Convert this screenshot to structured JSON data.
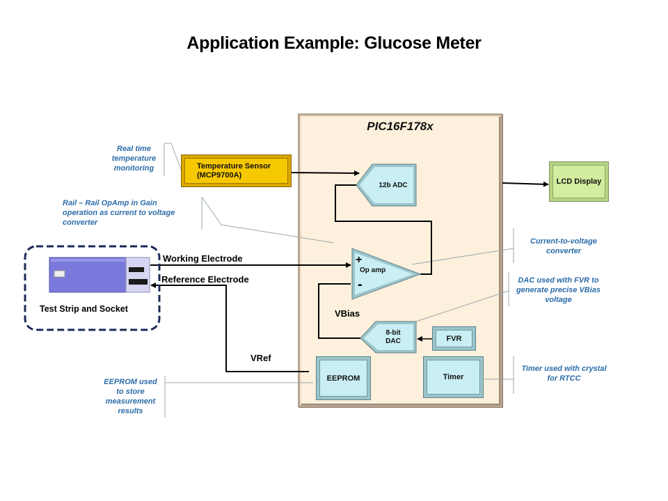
{
  "title": "Application Example: Glucose Meter",
  "chip": {
    "name": "PIC16F178x"
  },
  "blocks": {
    "adc": "12b ADC",
    "opamp": "Op amp",
    "opamp_plus": "+",
    "opamp_minus": "-",
    "dac_line1": "8-bit",
    "dac_line2": "DAC",
    "fvr": "FVR",
    "eeprom": "EEPROM",
    "timer": "Timer",
    "temp_sensor_line1": "Temperature Sensor",
    "temp_sensor_line2": "(MCP9700A)",
    "lcd": "LCD Display",
    "test_strip": "Test Strip and Socket"
  },
  "signals": {
    "working_electrode": "Working Electrode",
    "reference_electrode": "Reference Electrode",
    "vbias": "VBias",
    "vref": "VRef"
  },
  "notes": {
    "temp": [
      "Real time",
      "temperature",
      "monitoring"
    ],
    "opamp": [
      "Rail – Rail OpAmp in Gain",
      "operation as current to voltage",
      "converter"
    ],
    "ctv": [
      "Current-to-voltage",
      "converter"
    ],
    "dac": [
      "DAC used with FVR to",
      "generate precise VBias",
      "voltage"
    ],
    "timer": [
      "Timer used with crystal",
      "for RTCC"
    ],
    "eeprom": [
      "EEPROM used",
      "to store",
      "measurement",
      "results"
    ]
  },
  "colors": {
    "note_text": "#2b6ca8",
    "chip_fill": "#fdf0dc",
    "block_fill": "#c9eef3",
    "sensor_fill": "#f6c800",
    "lcd_fill": "#d3ec9f",
    "strip_fill": "#7b79dc",
    "dashed_border": "#1b2a55"
  }
}
